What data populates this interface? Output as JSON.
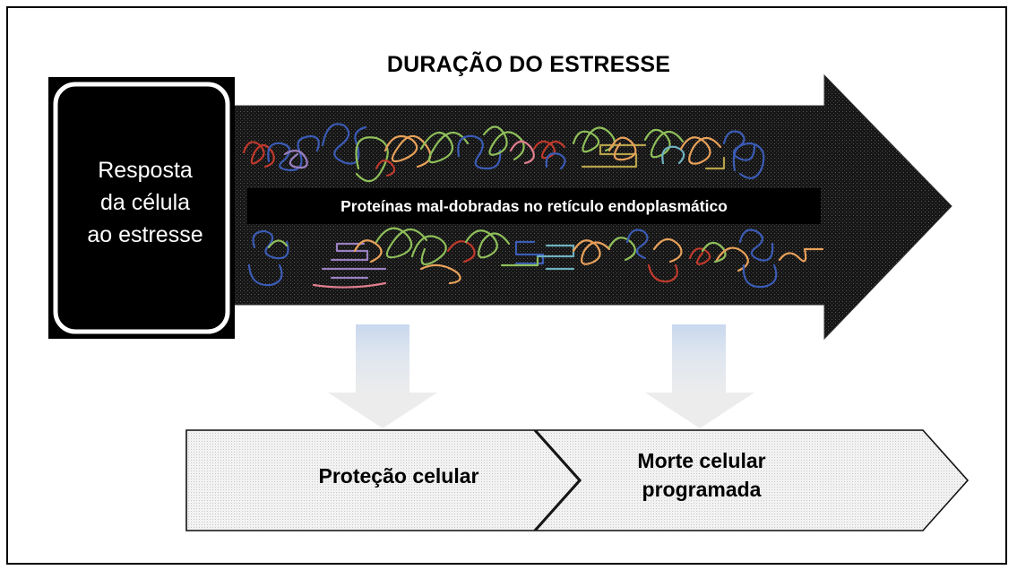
{
  "title": "DURAÇÃO DO ESTRESSE",
  "response_box": {
    "lines": [
      "Resposta",
      "da célula",
      "ao estresse"
    ]
  },
  "er_label": "Proteínas mal-dobradas  no retículo endoplasmático",
  "outcomes": {
    "protection": "Proteção celular",
    "death_lines": [
      "Morte celular",
      "programada"
    ]
  },
  "colors": {
    "frame": "#000000",
    "arrow_fill": "#121212",
    "down_arrow_top": "#cfdcec",
    "down_arrow_bottom": "#e9e9e9",
    "outcome_fill": "#f4f4f4",
    "protein_colors": [
      "#c0392b",
      "#3b5bb5",
      "#8fbf5a",
      "#e8a15a",
      "#9a7fc0",
      "#e17f8f",
      "#6fb1c0",
      "#b5a24a"
    ]
  }
}
